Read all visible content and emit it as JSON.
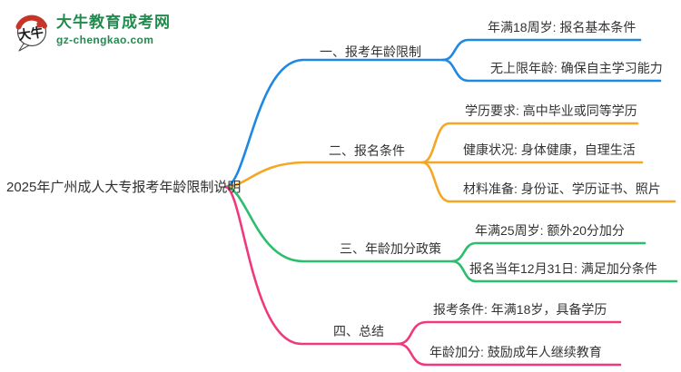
{
  "logo": {
    "icon_text": "大牛",
    "site_name": "大牛教育成考网",
    "site_domain": "gz-chengkao.com",
    "brand_green": "#228B4E",
    "seal_red": "#C63528"
  },
  "mindmap": {
    "root": "2025年广州成人大专报考年龄限制说明",
    "branches": [
      {
        "label": "一、报考年龄限制",
        "color": "#1E88E5",
        "children": [
          "年满18周岁: 报名基本条件",
          "无上限年龄: 确保自主学习能力"
        ]
      },
      {
        "label": "二、报名条件",
        "color": "#F5A623",
        "children": [
          "学历要求: 高中毕业或同等学历",
          "健康状况: 身体健康，自理生活",
          "材料准备: 身份证、学历证书、照片"
        ]
      },
      {
        "label": "三、年龄加分政策",
        "color": "#2BBE6C",
        "children": [
          "年满25周岁: 额外20分加分",
          "报名当年12月31日: 满足加分条件"
        ]
      },
      {
        "label": "四、总结",
        "color": "#F0397D",
        "children": [
          "报考条件: 年满18岁，具备学历",
          "年龄加分: 鼓励成年人继续教育"
        ]
      }
    ]
  }
}
